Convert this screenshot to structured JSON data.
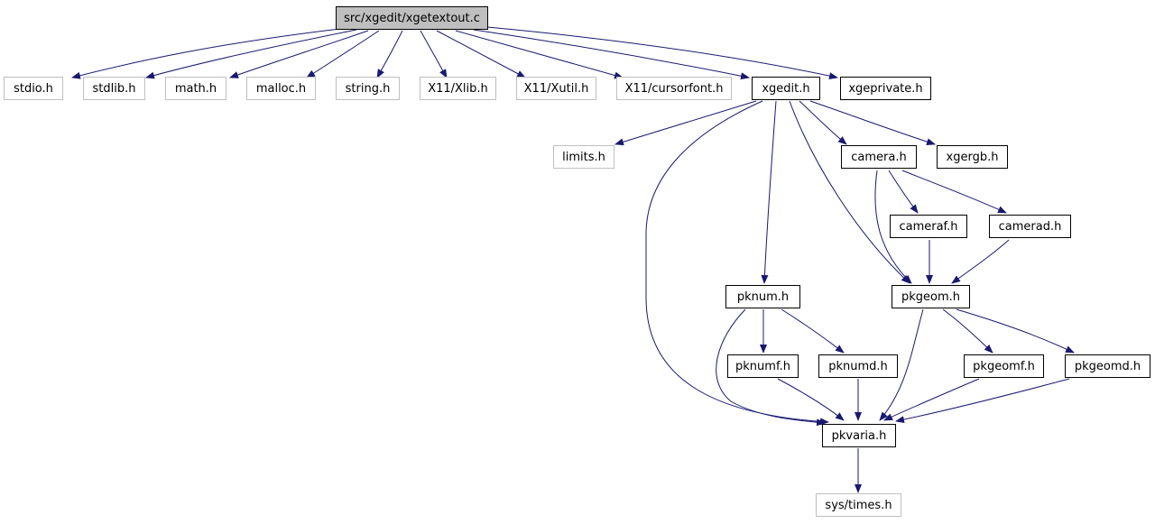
{
  "colors": {
    "edge": "#191970",
    "root_fill": "#bfbfbf",
    "external_border": "#bfbfbf",
    "node_border": "#000000"
  },
  "nodes": {
    "root": "src/xgedit/xgetextout.c",
    "stdio": "stdio.h",
    "stdlib": "stdlib.h",
    "math": "math.h",
    "malloc": "malloc.h",
    "string": "string.h",
    "xlib": "X11/Xlib.h",
    "xutil": "X11/Xutil.h",
    "cursorfont": "X11/cursorfont.h",
    "xgedit": "xgedit.h",
    "xgeprivate": "xgeprivate.h",
    "limits": "limits.h",
    "camera": "camera.h",
    "xgergb": "xgergb.h",
    "cameraf": "cameraf.h",
    "camerad": "camerad.h",
    "pknum": "pknum.h",
    "pkgeom": "pkgeom.h",
    "pknumf": "pknumf.h",
    "pknumd": "pknumd.h",
    "pkgeomf": "pkgeomf.h",
    "pkgeomd": "pkgeomd.h",
    "pkvaria": "pkvaria.h",
    "systimes": "sys/times.h"
  }
}
